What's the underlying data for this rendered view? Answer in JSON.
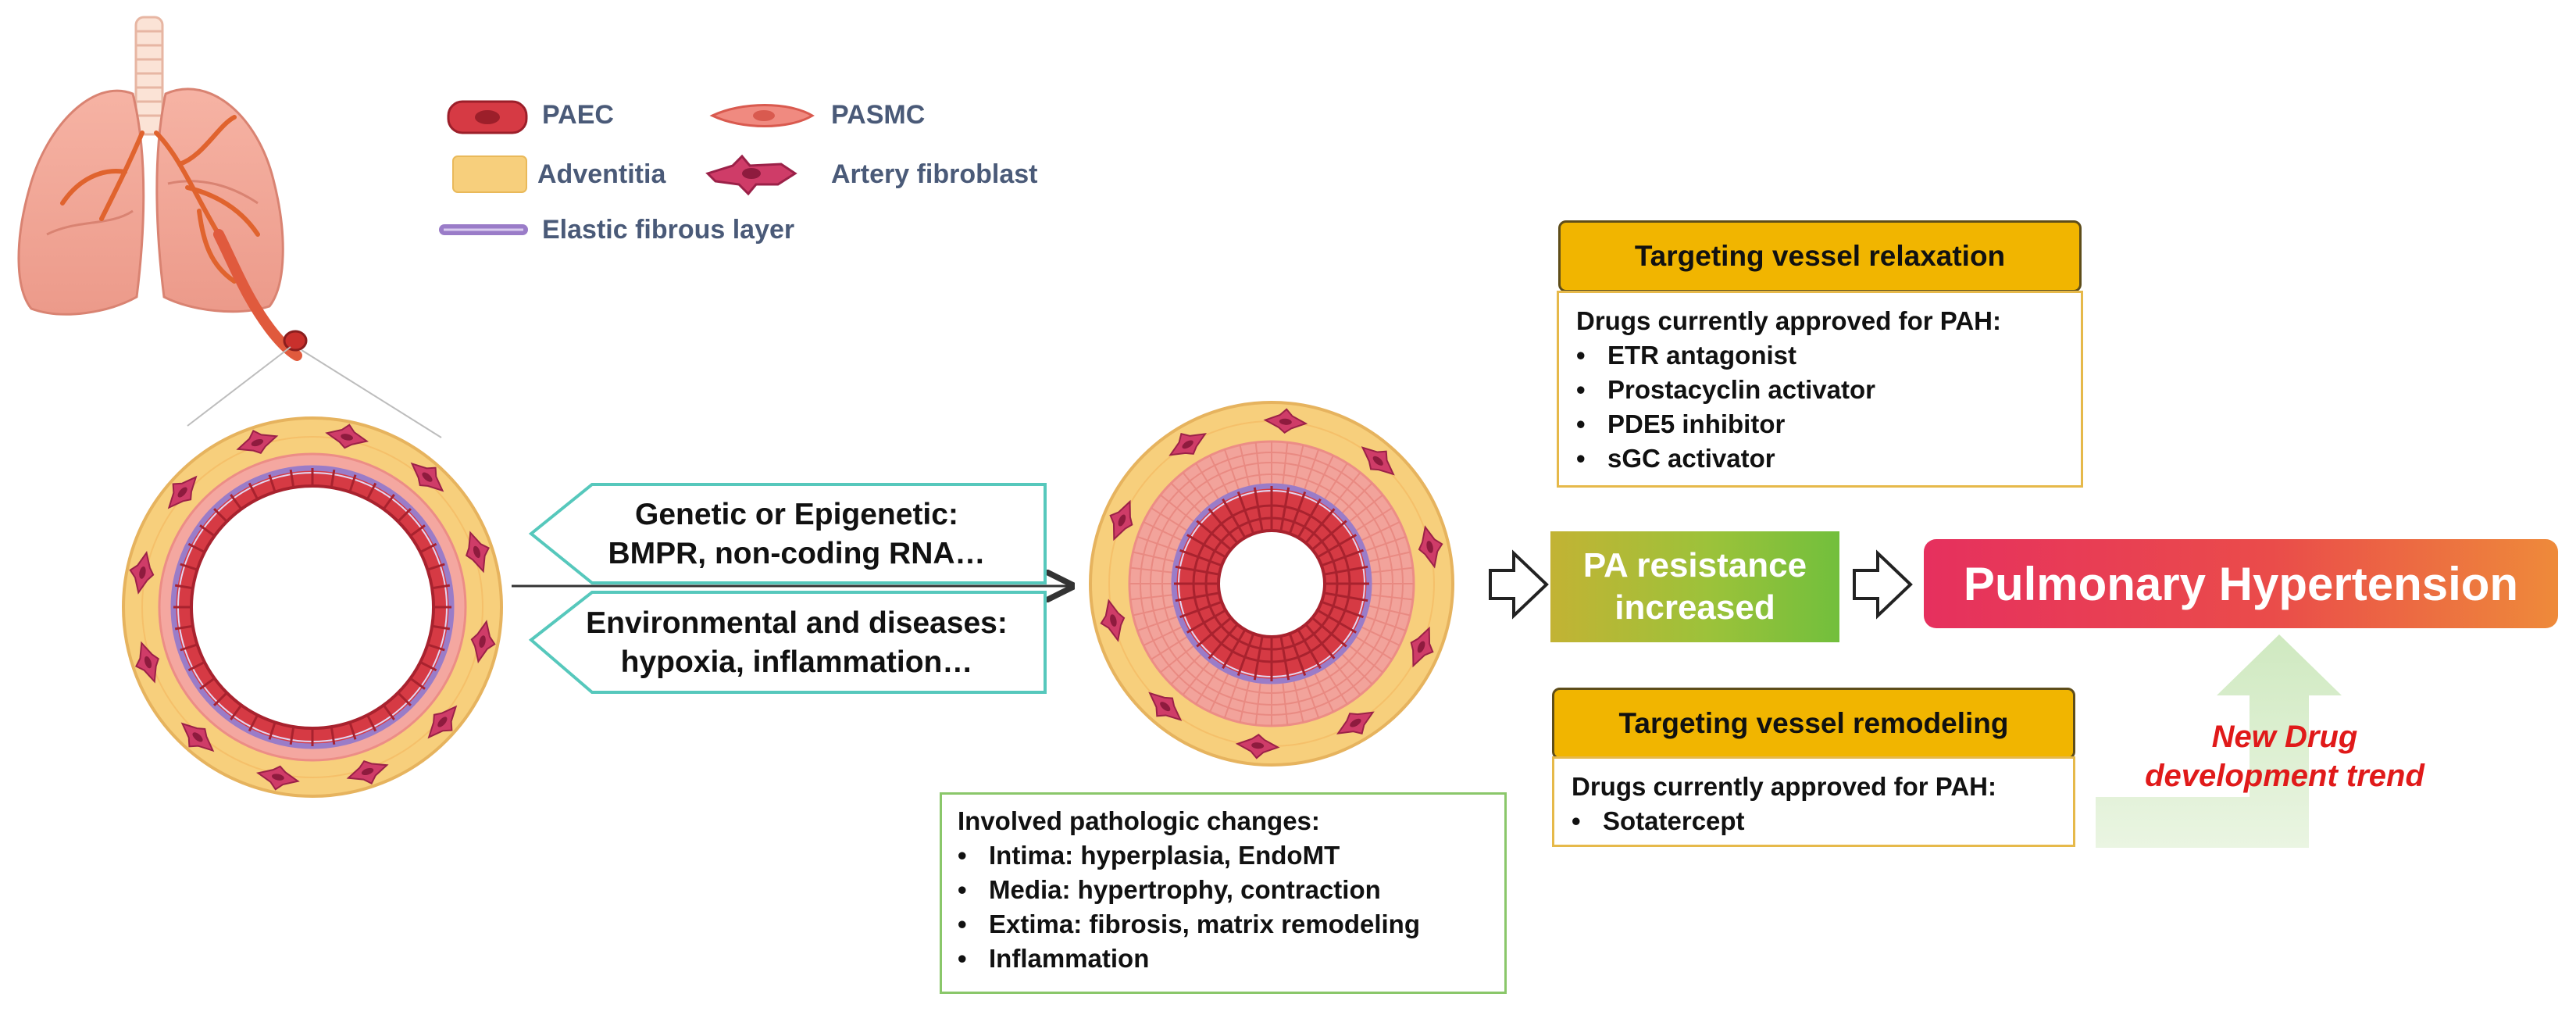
{
  "legend": {
    "items": [
      {
        "label": "PAEC"
      },
      {
        "label": "PASMC"
      },
      {
        "label": "Adventitia"
      },
      {
        "label": "Artery fibroblast"
      },
      {
        "label": "Elastic fibrous layer"
      }
    ]
  },
  "causes": {
    "genetic": {
      "line1": "Genetic or Epigenetic:",
      "line2": "BMPR, non-coding RNA…"
    },
    "environmental": {
      "line1": "Environmental and diseases:",
      "line2": "hypoxia, inflammation…"
    }
  },
  "pathologic": {
    "title": "Involved pathologic changes:",
    "items": [
      "Intima: hyperplasia, EndoMT",
      "Media: hypertrophy, contraction",
      "Extima: fibrosis, matrix remodeling",
      "Inflammation"
    ]
  },
  "relaxation": {
    "header": "Targeting vessel relaxation",
    "title": "Drugs currently approved for PAH:",
    "items": [
      "ETR antagonist",
      "Prostacyclin activator",
      "PDE5 inhibitor",
      "sGC activator"
    ]
  },
  "remodeling": {
    "header": "Targeting vessel remodeling",
    "title": "Drugs currently approved for PAH:",
    "items": [
      "Sotatercept"
    ]
  },
  "pa_resistance": {
    "line1": "PA resistance",
    "line2": "increased"
  },
  "outcome": {
    "label": "Pulmonary Hypertension"
  },
  "trend": {
    "line1": "New Drug",
    "line2": "development trend"
  },
  "colors": {
    "paec": "#d63a44",
    "pasmc": "#f08a80",
    "adventitia": "#f7cf7c",
    "fibroblast": "#cf3c68",
    "elastic": "#9a7cc8",
    "teal": "#56c8bc",
    "gold": "#f1b500",
    "green_border": "#8ac76a",
    "trend_red": "#e01a1a"
  }
}
